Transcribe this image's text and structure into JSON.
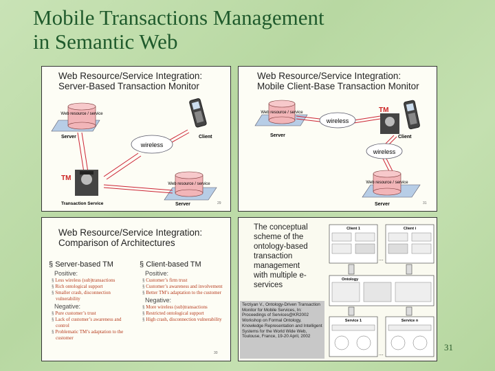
{
  "slide": {
    "title_line1": "Mobile Transactions Management",
    "title_line2": "in Semantic Web",
    "page_number": "31"
  },
  "panel_tl": {
    "title_line1": "Web Resource/Service Integration:",
    "title_line2": "Server-Based Transaction Monitor",
    "server_cyl_text": "Web resource / service",
    "server_label": "Server",
    "client_label": "Client",
    "wireless_label": "wireless",
    "tm_label": "TM",
    "ts_label": "Transaction Service",
    "server2_cyl_text": "Web resource / service",
    "server2_label": "Server",
    "slide_no": "29"
  },
  "panel_tr": {
    "title_line1": "Web Resource/Service Integration:",
    "title_line2": "Mobile Client-Base Transaction Monitor",
    "server_cyl_text": "Web resource / service",
    "server_label": "Server",
    "wireless_top": "wireless",
    "tm_label": "TM",
    "client_label": "Client",
    "wireless_mid": "wireless",
    "server2_cyl_text": "Web resource / service",
    "server2_label": "Server",
    "slide_no": "31"
  },
  "panel_bl": {
    "title_line1": "Web Resource/Service Integration:",
    "title_line2": "Comparison of Architectures",
    "left_heading": "Server-based TM",
    "left_pos_label": "Positive:",
    "left_pos": [
      "Less wireless (sub)transactions",
      "Rich ontological support",
      "Smaller crash, disconnection vulnerability"
    ],
    "left_neg_label": "Negative:",
    "left_neg": [
      "Pure customer’s trust",
      "Lack of customer’s awareness and control",
      "Problematic TM’s adaptation to the customer"
    ],
    "right_heading": "Client-based TM",
    "right_pos_label": "Positive:",
    "right_pos": [
      "Customer’s firm trust",
      "Customer’s awareness and involvement",
      "Better TM’s adaptation to the customer"
    ],
    "right_neg_label": "Negative:",
    "right_neg": [
      "More wireless (sub)transactions",
      "Restricted ontological support",
      "High crash, disconnection vulnerability"
    ],
    "slide_no": "30"
  },
  "panel_br": {
    "concept_text": "The conceptual scheme of the ontology-based transaction management with multiple e-services",
    "citation": "Terziyan V., Ontology-Driven Transaction Monitor for Mobile Services, In: Proceedings of Services@KR2002 Workshop on Formal Ontology, Knowledge Representation and Intelligent Systems for the World Wide Web, Toulouse, France, 19-20 April, 2002",
    "client1": "Client 1",
    "client_i": "Client i",
    "ontology": "Ontology",
    "service1": "Service 1",
    "service_n": "Service n",
    "dots": "...."
  }
}
